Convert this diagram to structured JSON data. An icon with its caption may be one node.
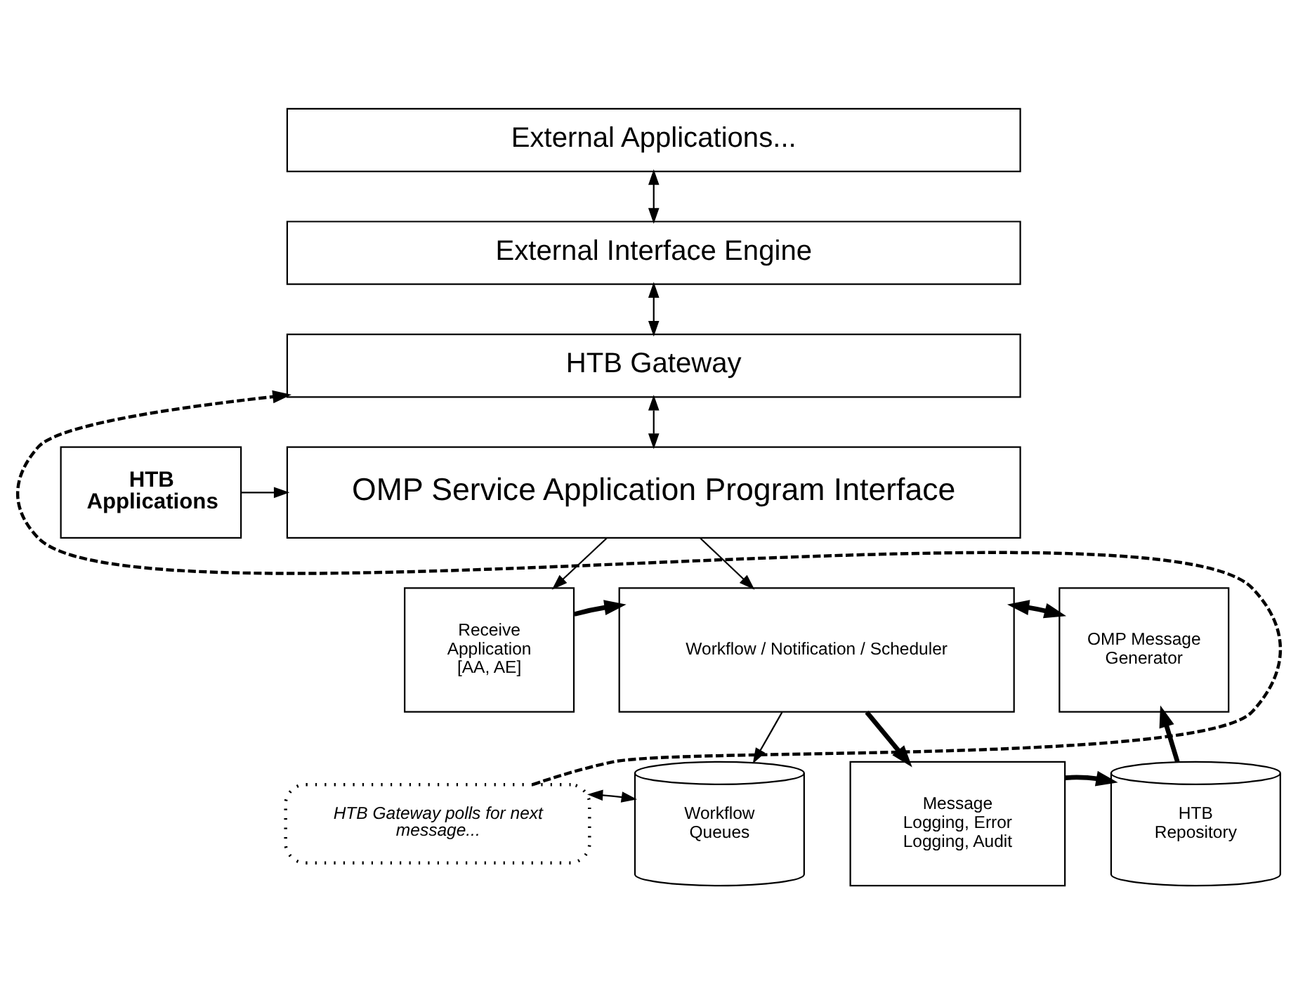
{
  "diagram": {
    "nodes": [
      {
        "text": [
          "External Applications..."
        ]
      },
      {
        "text": [
          "External Interface Engine"
        ]
      },
      {
        "text": [
          "HTB Gateway"
        ]
      },
      {
        "text": [
          "HTB Applications"
        ]
      },
      {
        "text": [
          "OMP Service Application Program Interface"
        ]
      },
      {
        "text": [
          "Receive Application [AA, AE]"
        ]
      },
      {
        "text": [
          "Workflow / Notification / Scheduler"
        ]
      },
      {
        "text": [
          "OMP Message Generator"
        ]
      },
      {
        "text": [
          "HTB Gateway polls for next message..."
        ]
      },
      {
        "text": [
          "Workflow Queues"
        ]
      },
      {
        "text": [
          "Message Logging, Error Logging, Audit"
        ]
      },
      {
        "text": [
          "HTB Repository"
        ]
      }
    ],
    "edges": [
      {
        "from": 0,
        "to": 1,
        "arrow": "both"
      },
      {
        "from": 1,
        "to": 2,
        "arrow": "both"
      },
      {
        "from": 2,
        "to": 4,
        "arrow": "both"
      },
      {
        "from": 3,
        "to": 4,
        "arrow": "to"
      },
      {
        "from": 4,
        "to": 5,
        "arrow": "to"
      },
      {
        "from": 4,
        "to": 6,
        "arrow": "to"
      },
      {
        "from": 5,
        "to": 6,
        "arrow": "to",
        "style": "thick"
      },
      {
        "from": 6,
        "to": 7,
        "arrow": "both",
        "style": "thick"
      },
      {
        "from": 6,
        "to": 9,
        "arrow": "to"
      },
      {
        "from": 6,
        "to": 10,
        "arrow": "to",
        "style": "thick"
      },
      {
        "from": 10,
        "to": 11,
        "arrow": "to",
        "style": "thick"
      },
      {
        "from": 11,
        "to": 7,
        "arrow": "to",
        "style": "thick"
      },
      {
        "from": 8,
        "to": 9,
        "arrow": "both"
      },
      {
        "from": 8,
        "to": 2,
        "arrow": "to",
        "style": "dashed"
      }
    ]
  }
}
